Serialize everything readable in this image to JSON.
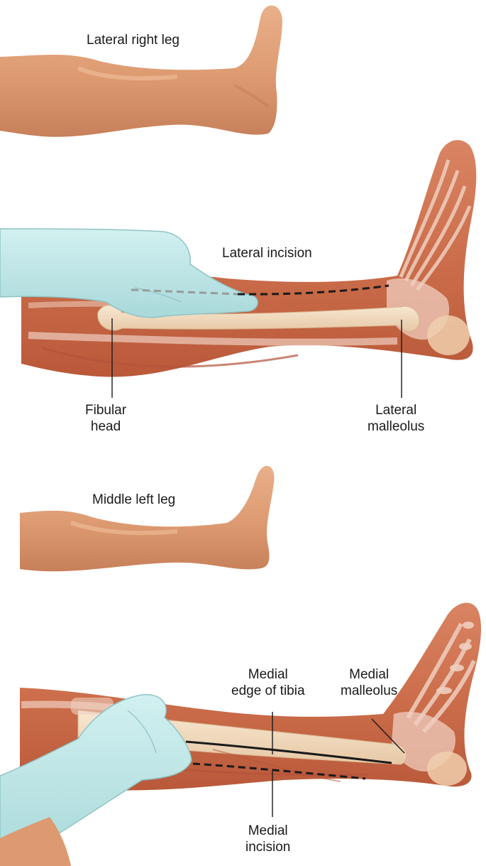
{
  "panels": {
    "lateral_overview": {
      "label": "Lateral right leg"
    },
    "lateral_detail": {
      "incision_label": "Lateral incision",
      "fibular_head": [
        "Fibular",
        "head"
      ],
      "lateral_malleolus": [
        "Lateral",
        "malleolus"
      ]
    },
    "medial_overview": {
      "label": "Middle left leg"
    },
    "medial_detail": {
      "medial_edge_of_tibia": [
        "Medial",
        "edge of tibia"
      ],
      "medial_malleolus": [
        "Medial",
        "malleolus"
      ],
      "medial_incision": [
        "Medial",
        "incision"
      ]
    }
  },
  "colors": {
    "skin": "#e2a077",
    "skin_shadow": "#c9825a",
    "muscle": "#d2744f",
    "muscle_dark": "#b85a3a",
    "bone": "#f3dcbf",
    "tendon": "#efcfc0",
    "glove": "#bfe6e7",
    "glove_edge": "#8fc4c6",
    "dash_gray": "#999999",
    "line": "#1a1a1a"
  }
}
